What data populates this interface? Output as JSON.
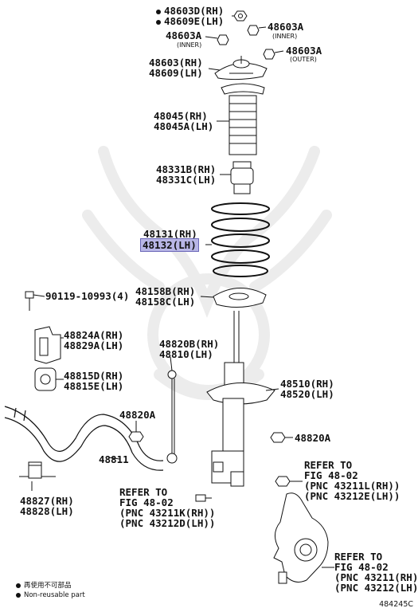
{
  "labels": {
    "l48603d": "48603D(RH)",
    "l48609e": "48609E(LH)",
    "l48603a_inner_l": "48603A",
    "l48603a_inner_l_sub": "(INNER)",
    "l48603a_inner_r": "48603A",
    "l48603a_inner_r_sub": "(INNER)",
    "l48603a_outer": "48603A",
    "l48603a_outer_sub": "(OUTER)",
    "l48603rh": "48603(RH)",
    "l48609lh": "48609(LH)",
    "l48045": "48045(RH)",
    "l48045a": "48045A(LH)",
    "l48331b": "48331B(RH)",
    "l48331c": "48331C(LH)",
    "l48131": "48131(RH)",
    "l48132": "48132(LH)",
    "l90119": "90119-10993(4)",
    "l48158b": "48158B(RH)",
    "l48158c": "48158C(LH)",
    "l48824a": "48824A(RH)",
    "l48829a": "48829A(LH)",
    "l48820b": "48820B(RH)",
    "l48810": "48810(LH)",
    "l48815d": "48815D(RH)",
    "l48815e": "48815E(LH)",
    "l48510": "48510(RH)",
    "l48520": "48520(LH)",
    "l48820a_l": "48820A",
    "l48820a_r": "48820A",
    "l48811": "48811",
    "l48827": "48827(RH)",
    "l48828": "48828(LH)",
    "refer1_a": "REFER TO",
    "refer1_b": "FIG 48-02",
    "refer1_c": "(PNC 43211L(RH))",
    "refer1_d": "(PNC 43212E(LH))",
    "refer2_a": "REFER TO",
    "refer2_b": "FIG 48-02",
    "refer2_c": "(PNC 43211K(RH))",
    "refer2_d": "(PNC 43212D(LH))",
    "refer3_a": "REFER TO",
    "refer3_b": "FIG 48-02",
    "refer3_c": "(PNC 43211(RH))",
    "refer3_d": "(PNC 43212(LH))"
  },
  "notes": {
    "nonreusable_cn": "再使用不可部品",
    "nonreusable_en": "Non-reusable part"
  },
  "figure_id": "484245C",
  "colors": {
    "highlight_fill": "#b8b6e6",
    "highlight_border": "#6b67b8",
    "line": "#111111",
    "watermark": "#ececec"
  }
}
